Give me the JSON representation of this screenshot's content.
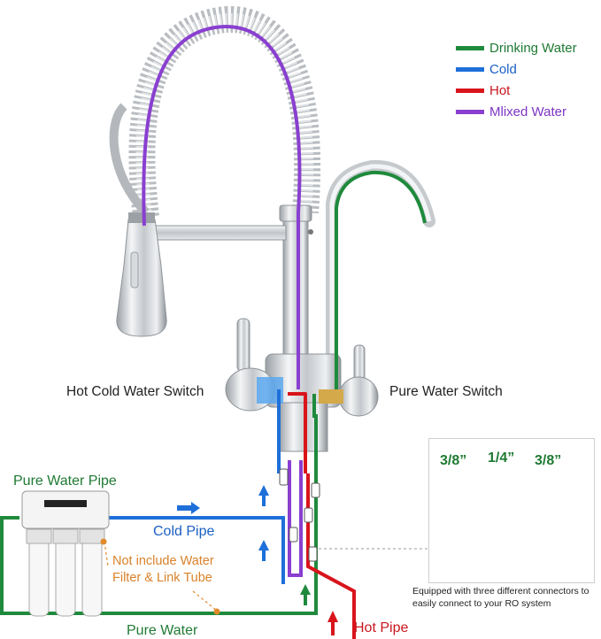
{
  "legend": [
    {
      "label": "Drinking Water",
      "color": "#1f8a3c"
    },
    {
      "label": "Cold",
      "color": "#1e6fd9"
    },
    {
      "label": "Hot",
      "color": "#d9141b"
    },
    {
      "label": "Mlixed Water",
      "color": "#8a3fd0"
    }
  ],
  "labels": {
    "hot_cold_switch": "Hot Cold Water Switch",
    "pure_water_switch": "Pure Water Switch",
    "pure_water_pipe": "Pure Water Pipe",
    "cold_pipe": "Cold Pipe",
    "filter_note": "Not include Water Filter & Link Tube",
    "pure_water": "Pure Water",
    "hot_pipe": "Hot Pipe"
  },
  "connectors": {
    "sizes": [
      "3/8”",
      "1/4”",
      "3/8”"
    ],
    "note": "Equipped with three different connectors to easily connect to your RO system"
  },
  "colors": {
    "green": "#1f8a3c",
    "blue": "#1e6fd9",
    "red": "#d9141b",
    "purple": "#8a3fd0",
    "orange": "#e08a2c"
  }
}
